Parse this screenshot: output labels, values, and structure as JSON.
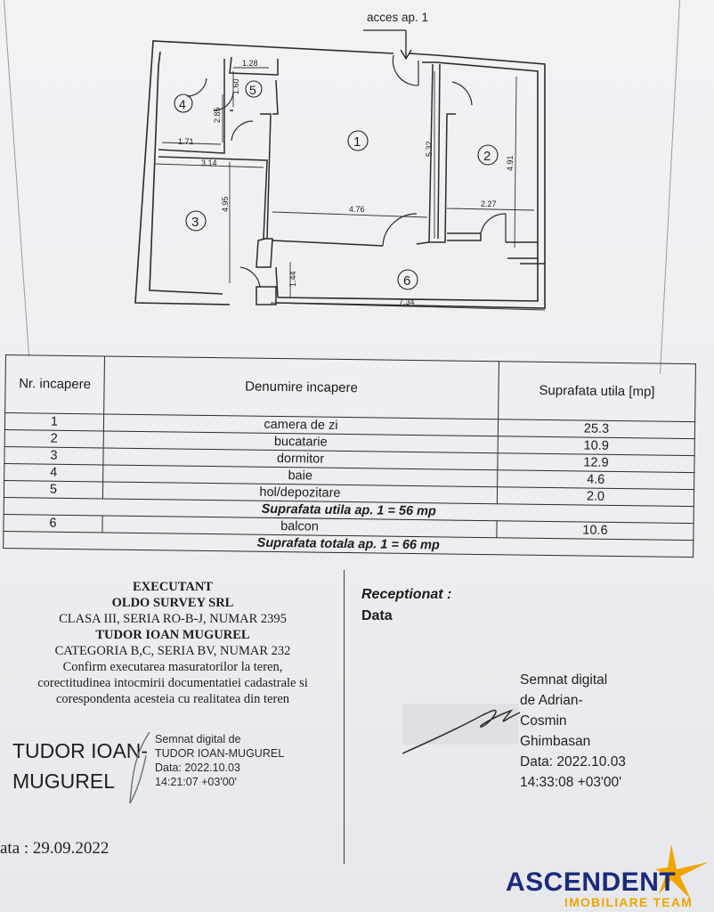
{
  "plan": {
    "entrance_label": "acces ap. 1",
    "room_numbers": [
      "1",
      "2",
      "3",
      "4",
      "5",
      "6"
    ],
    "dimensions": {
      "d_128": "1.28",
      "d_160": "1.60",
      "d_285": "2.85",
      "d_171": "1.71",
      "d_314": "3.14",
      "d_495": "4.95",
      "d_476": "4.76",
      "d_532": "5.32",
      "d_491": "4.91",
      "d_227": "2.27",
      "d_144": "1.44",
      "d_734": "7.34"
    }
  },
  "table": {
    "headers": [
      "Nr. incapere",
      "Denumire incapere",
      "Suprafata utila [mp]"
    ],
    "rows": [
      {
        "nr": "1",
        "name": "camera de zi",
        "area": "25.3"
      },
      {
        "nr": "2",
        "name": "bucatarie",
        "area": "10.9"
      },
      {
        "nr": "3",
        "name": "dormitor",
        "area": "12.9"
      },
      {
        "nr": "4",
        "name": "baie",
        "area": "4.6"
      },
      {
        "nr": "5",
        "name": "hol/depozitare",
        "area": "2.0"
      }
    ],
    "subtotal": "Suprafata utila ap. 1 = 56 mp",
    "balcony": {
      "nr": "6",
      "name": "balcon",
      "area": "10.6"
    },
    "total": "Suprafata totala ap. 1 = 66 mp"
  },
  "executant": {
    "heading": "EXECUTANT",
    "company": "OLDO SURVEY SRL",
    "class": "CLASA III, SERIA RO-B-J, NUMAR 2395",
    "person": "TUDOR IOAN MUGUREL",
    "category": "CATEGORIA B,C, SERIA BV, NUMAR 232",
    "statement": [
      "Confirm executarea masuratorilor la teren,",
      "corectitudinea intocmirii documentatiei cadastrale si",
      "corespondenta acesteia cu realitatea din teren"
    ]
  },
  "receptionat": {
    "label": "Receptionat :",
    "data_label": "Data"
  },
  "signature_left": {
    "name_lines": [
      "TUDOR IOAN-",
      "MUGUREL"
    ],
    "info_lines": [
      "Semnat digital de",
      "TUDOR IOAN-MUGUREL",
      "Data: 2022.10.03",
      "14:21:07 +03'00'"
    ]
  },
  "signature_right": {
    "lines": [
      "Semnat digital",
      "de Adrian-",
      "Cosmin",
      "Ghimbasan",
      "Data: 2022.10.03",
      "14:33:08 +03'00'"
    ]
  },
  "document_date": "ata : 29.09.2022",
  "logo": {
    "brand": "ASCENDENT",
    "tagline": "IMOBILIARE TEAM",
    "colors": {
      "brand": "#1d2a7a",
      "accent": "#f0a500"
    }
  }
}
